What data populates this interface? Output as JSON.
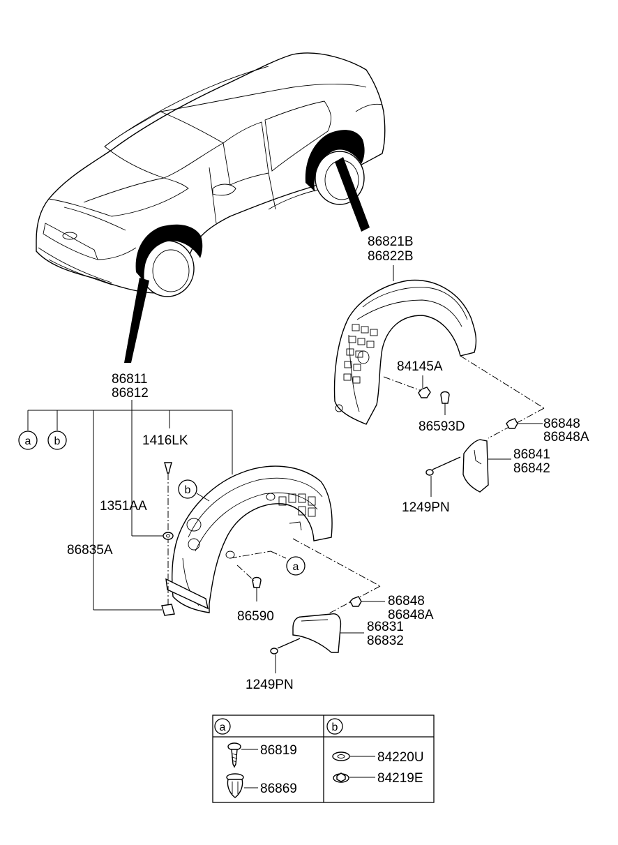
{
  "parts": {
    "front_liner_1": "86811",
    "front_liner_2": "86812",
    "rear_liner_1": "86821B",
    "rear_liner_2": "86822B",
    "rear_nut": "84145A",
    "rear_clip": "86593D",
    "rear_grommet_1": "86848",
    "rear_grommet_2": "86848A",
    "rear_flap_1": "86841",
    "rear_flap_2": "86842",
    "rear_screw": "1249PN",
    "front_bolt": "1416LK",
    "front_washer": "1351AA",
    "front_bracket": "86835A",
    "front_clip": "86590",
    "front_grommet_1": "86848",
    "front_grommet_2": "86848A",
    "front_flap_1": "86831",
    "front_flap_2": "86832",
    "front_screw": "1249PN"
  },
  "callouts": {
    "a": "a",
    "b": "b"
  },
  "legend": {
    "col_a_header": "a",
    "col_b_header": "b",
    "a_item_1": "86819",
    "a_item_2": "86869",
    "b_item_1": "84220U",
    "b_item_2": "84219E"
  }
}
